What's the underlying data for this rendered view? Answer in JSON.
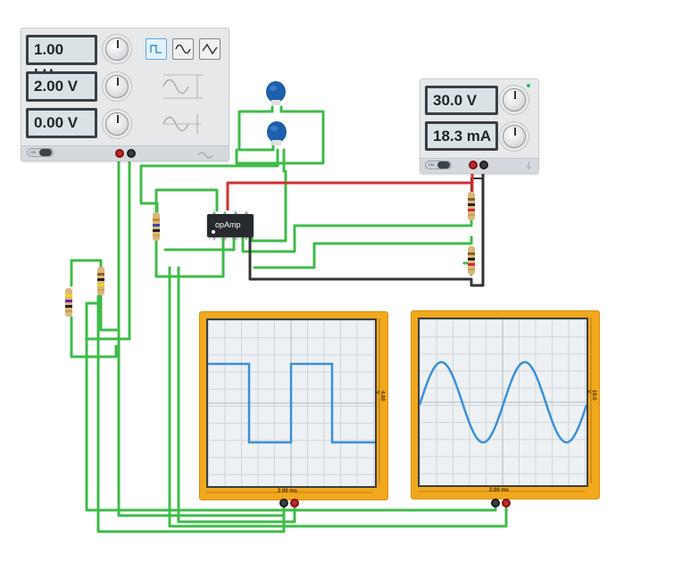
{
  "function_generator": {
    "frequency": "1.00 kHz",
    "amplitude": "2.00 V",
    "dc_offset": "0.00 V",
    "waveforms": [
      "square",
      "sine",
      "triangle"
    ],
    "selected_waveform": "square",
    "power": "ON"
  },
  "power_supply": {
    "voltage": "30.0 V",
    "current": "18.3 mA",
    "power": "ON",
    "status_led_color": "#21c45a"
  },
  "opamp": {
    "label": "opAmp"
  },
  "oscilloscope_1": {
    "time_per_div": "2.00 ms",
    "volts_per_div": "4.00 V",
    "trace": "square"
  },
  "oscilloscope_2": {
    "time_per_div": "2.00 ms",
    "volts_per_div": "10.0 V",
    "trace": "sine"
  },
  "colors": {
    "wire_green": "#3fbb4a",
    "wire_red": "#d32f2f",
    "wire_black": "#333333",
    "scope_body": "#f2a81d",
    "trace_blue": "#3b8fd6",
    "capacitor_blue": "#1d5fa8"
  }
}
